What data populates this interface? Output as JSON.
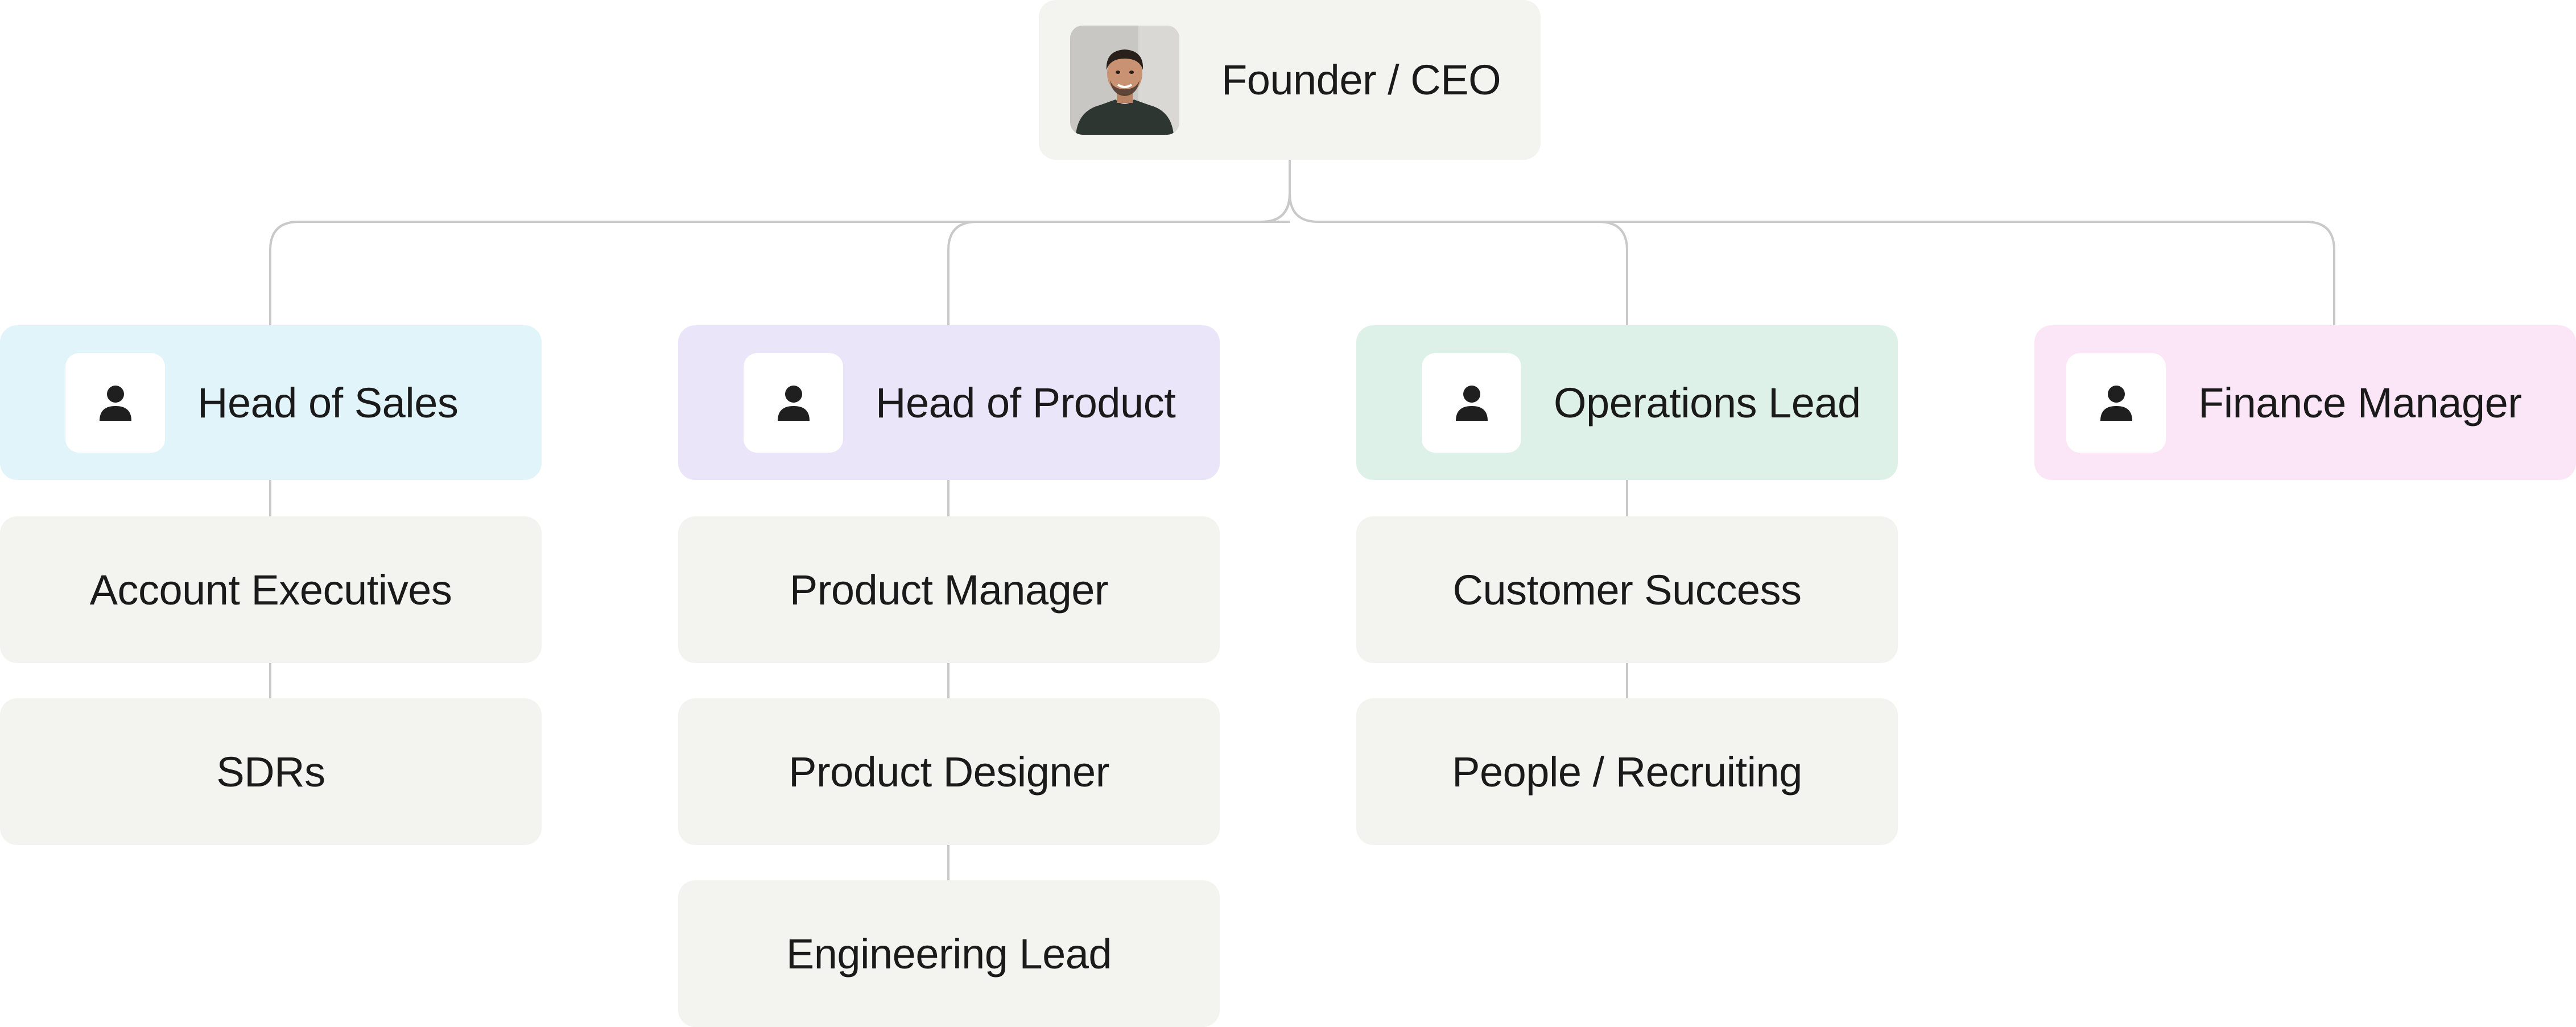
{
  "root": {
    "title": "Founder / CEO",
    "icon": "person-photo-icon",
    "background": "#f3f3ef"
  },
  "departments": [
    {
      "title": "Head of Sales",
      "icon": "person-icon",
      "color": "#e1f4f9",
      "reports": [
        "Account Executives",
        "SDRs"
      ]
    },
    {
      "title": "Head of Product",
      "icon": "person-icon",
      "color": "#ebe5f9",
      "reports": [
        "Product Manager",
        "Product Designer",
        "Engineering Lead"
      ]
    },
    {
      "title": "Operations Lead",
      "icon": "person-icon",
      "color": "#def1e8",
      "reports": [
        "Customer Success",
        "People / Recruiting"
      ]
    },
    {
      "title": "Finance Manager",
      "icon": "person-icon",
      "color": "#fae6f6",
      "reports": []
    }
  ],
  "colors": {
    "connector": "#c9c9c9",
    "report_box": "#f3f3ef",
    "icon_tile": "#ffffff"
  }
}
